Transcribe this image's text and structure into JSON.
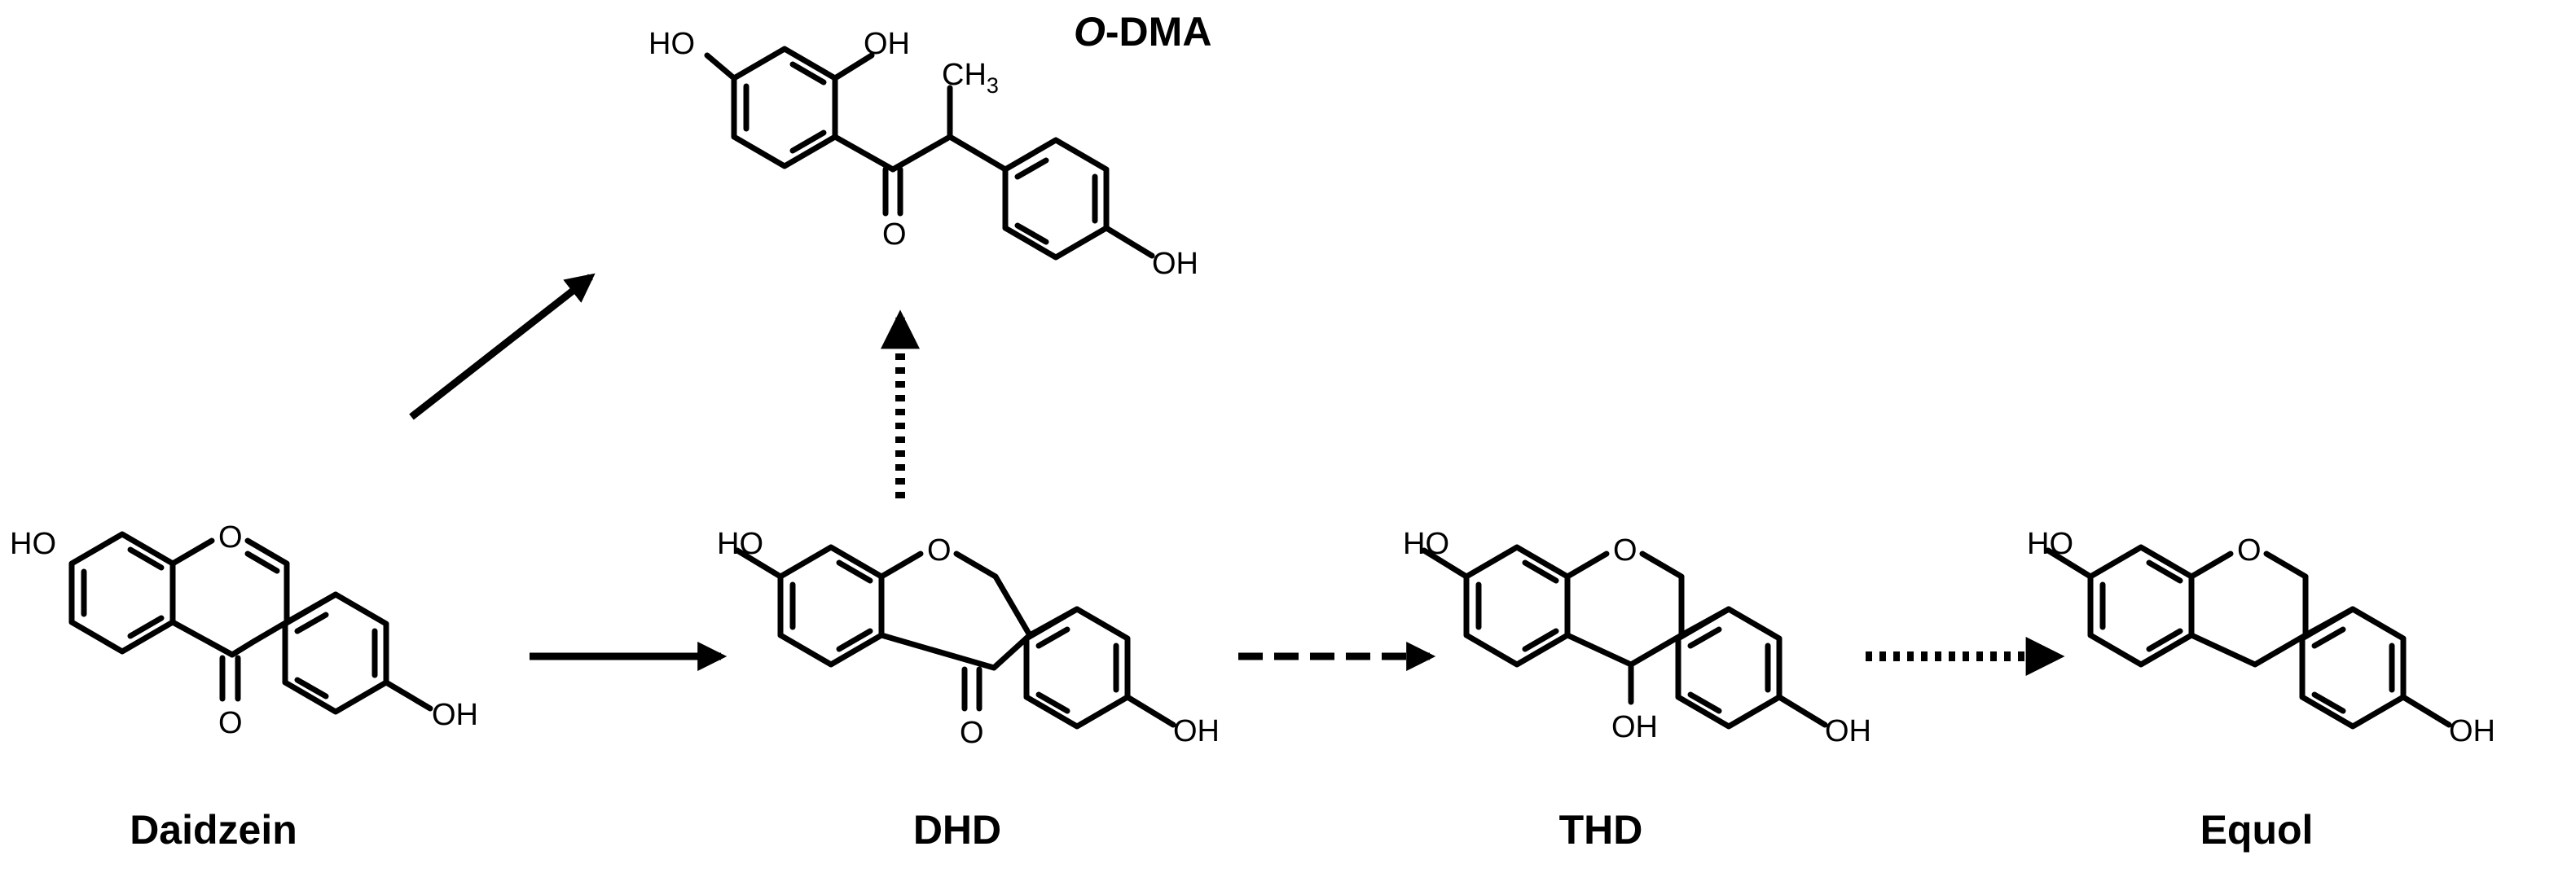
{
  "atoms": {
    "ho": "HO",
    "oh": "OH",
    "o": "O",
    "ch": "CH",
    "three": "3"
  },
  "compounds": {
    "daidzein": "Daidzein",
    "dhd": "DHD",
    "thd": "THD",
    "equol": "Equol",
    "odma_italic": "O",
    "odma_rest": "-DMA"
  }
}
